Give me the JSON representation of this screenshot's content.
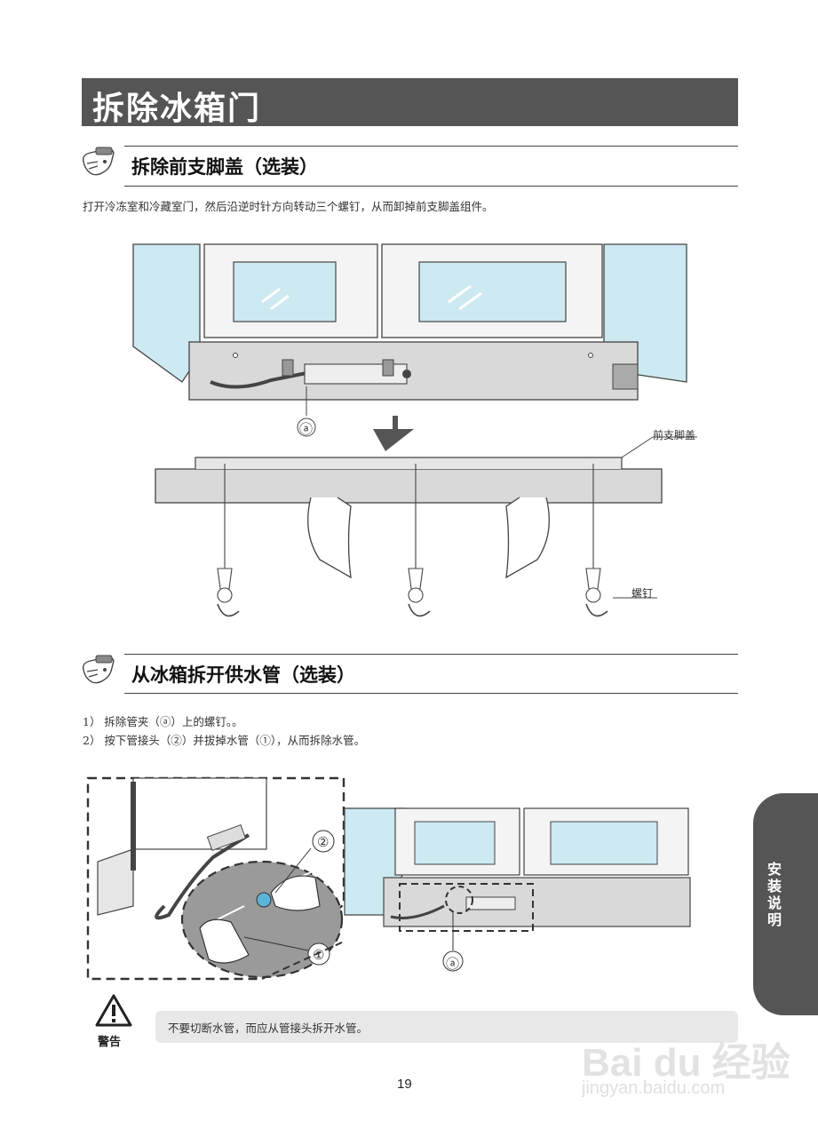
{
  "page": {
    "title": "拆除冰箱门",
    "page_number": "19",
    "side_tab": "安装说明"
  },
  "section1": {
    "heading": "拆除前支脚盖（选装）",
    "text": "打开冷冻室和冷藏室门，然后沿逆时针方向转动三个螺钉，从而卸掉前支脚盖组件。",
    "callout_cover": "前支脚盖",
    "callout_screw": "螺钉",
    "label_a": "ⓐ"
  },
  "section2": {
    "heading": "从冰箱拆开供水管（选装）",
    "steps": [
      "1） 拆除管夹（ⓐ）上的螺钉。。",
      "2） 按下管接头（②）并拔掉水管（①），从而拆除水管。"
    ],
    "label_1": "①",
    "label_2": "②",
    "label_a": "ⓐ"
  },
  "warning": {
    "label": "警告",
    "text": "不要切断水管，而应从管接头拆开水管。"
  },
  "watermark": {
    "brand": "Bai du 经验",
    "url": "jingyan.baidu.com"
  },
  "colors": {
    "title_bar": "#555555",
    "ice_blue": "#cde9f2",
    "panel_gray": "#d9d9d9"
  }
}
